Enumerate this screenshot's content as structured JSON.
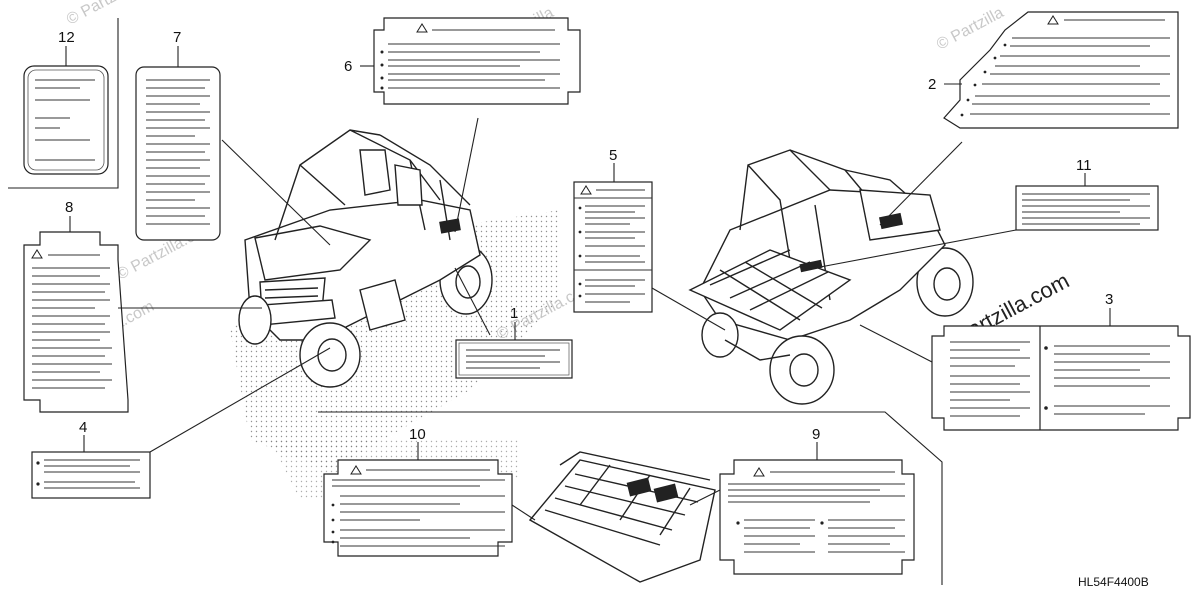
{
  "callouts": [
    "1",
    "2",
    "3",
    "4",
    "5",
    "6",
    "7",
    "8",
    "9",
    "10",
    "11",
    "12"
  ],
  "diagram_code": "HL54F4400B",
  "watermarks": {
    "small": "© Partzilla",
    "small_alt": "© Partzilla.com",
    "main": "© Partzilla.com"
  },
  "icons": [
    "warning-triangle-icon",
    "bullet-dot-icon"
  ]
}
